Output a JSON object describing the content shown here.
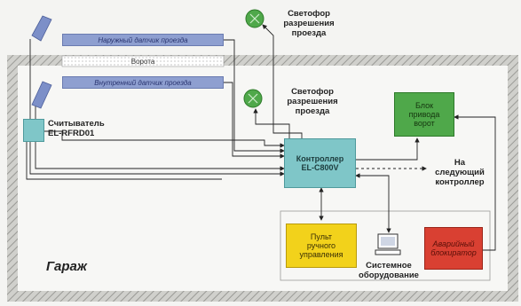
{
  "diagram": {
    "room_label": "Гараж",
    "outer_sensor": "Наружный датчик проезда",
    "inner_sensor": "Внутренний датчик проезда",
    "gate": "Ворота",
    "traffic_light_1": "Светофор\nразрешения\nпроезда",
    "traffic_light_2": "Светофор\nразрешения\nпроезда",
    "reader": "Считыватель\nEL-RFRD01",
    "controller": "Контроллер\nEL-C800V",
    "gate_drive": "Блок\nпривода\nворот",
    "next_controller": "На\nследующий\nконтроллер",
    "manual_panel": "Пульт\nручного\nуправления",
    "system_equipment": "Системное\nоборудование",
    "alarm_button": "Аварийный\nблокиратор"
  },
  "colors": {
    "traffic_light": "#4fa84a",
    "reader": "#7fc6c8",
    "controller": "#7fc6c8",
    "gate_drive": "#4fa84a",
    "manual_panel": "#f2d21b",
    "alarm": "#d94032",
    "sensor": "#8e9fd0"
  }
}
